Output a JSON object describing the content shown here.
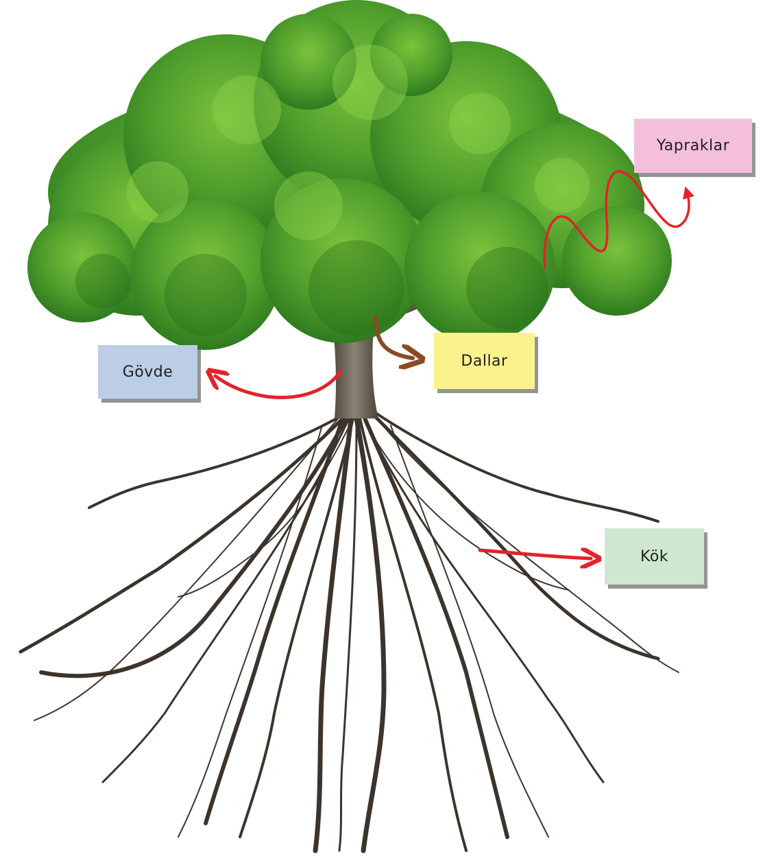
{
  "labels": {
    "yapraklar": "Yapraklar",
    "dallar": "Dallar",
    "govde": "Gövde",
    "kok": "Kök"
  },
  "colors": {
    "yapraklar_bg": "#f4bfdb",
    "dallar_bg": "#fbf28e",
    "govde_bg": "#bccde6",
    "kok_bg": "#cfe7cf",
    "arrow_red": "#e4222a",
    "arrow_brown": "#8a4a25",
    "foliage": "#4f9e2c",
    "trunk": "#6e655a",
    "roots": "#3c342c"
  },
  "icons": {
    "tree": "tree-illustration",
    "arrow": "arrow-icon"
  }
}
